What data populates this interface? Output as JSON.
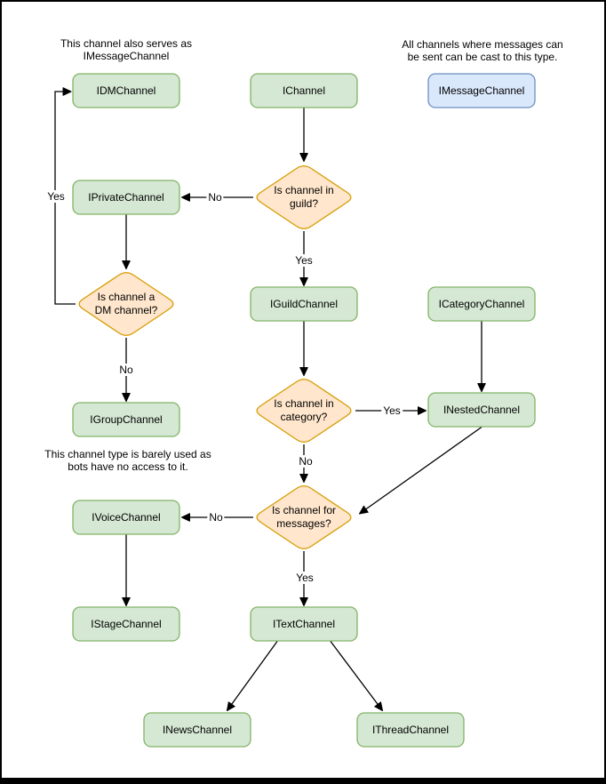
{
  "annotations": {
    "dm_serves_note": "This channel also serves as\nIMessageChannel",
    "message_cast_note": "All channels where messages can\nbe sent can be cast to this type.",
    "group_access_note": "This channel type is barely used as\nbots have no access to it."
  },
  "nodes": {
    "idm_channel": "IDMChannel",
    "i_channel": "IChannel",
    "message_channel": "IMessageChannel",
    "private_channel": "IPrivateChannel",
    "guild_channel": "IGuildChannel",
    "category_channel": "ICategoryChannel",
    "group_channel": "IGroupChannel",
    "nested_channel": "INestedChannel",
    "voice_channel": "IVoiceChannel",
    "text_channel": "ITextChannel",
    "stage_channel": "IStageChannel",
    "news_channel": "INewsChannel",
    "thread_channel": "IThreadChannel"
  },
  "decisions": {
    "in_guild": "Is channel in\nguild?",
    "is_dm": "Is channel a\nDM channel?",
    "in_category": "Is channel in\ncategory?",
    "for_messages": "Is channel for\nmessages?"
  },
  "edge_labels": {
    "dm_yes": "Yes",
    "guild_no": "No",
    "guild_yes": "Yes",
    "dm_no": "No",
    "category_yes": "Yes",
    "category_no": "No",
    "messages_no": "No",
    "messages_yes": "Yes"
  },
  "colors": {
    "node_fill": "#d5e8d4",
    "node_border": "#82b366",
    "highlight_fill": "#dae8fc",
    "highlight_border": "#6c8ebf",
    "decision_fill": "#ffe6cc",
    "decision_border": "#d79b00",
    "edge": "#000000",
    "background": "#ffffff"
  }
}
